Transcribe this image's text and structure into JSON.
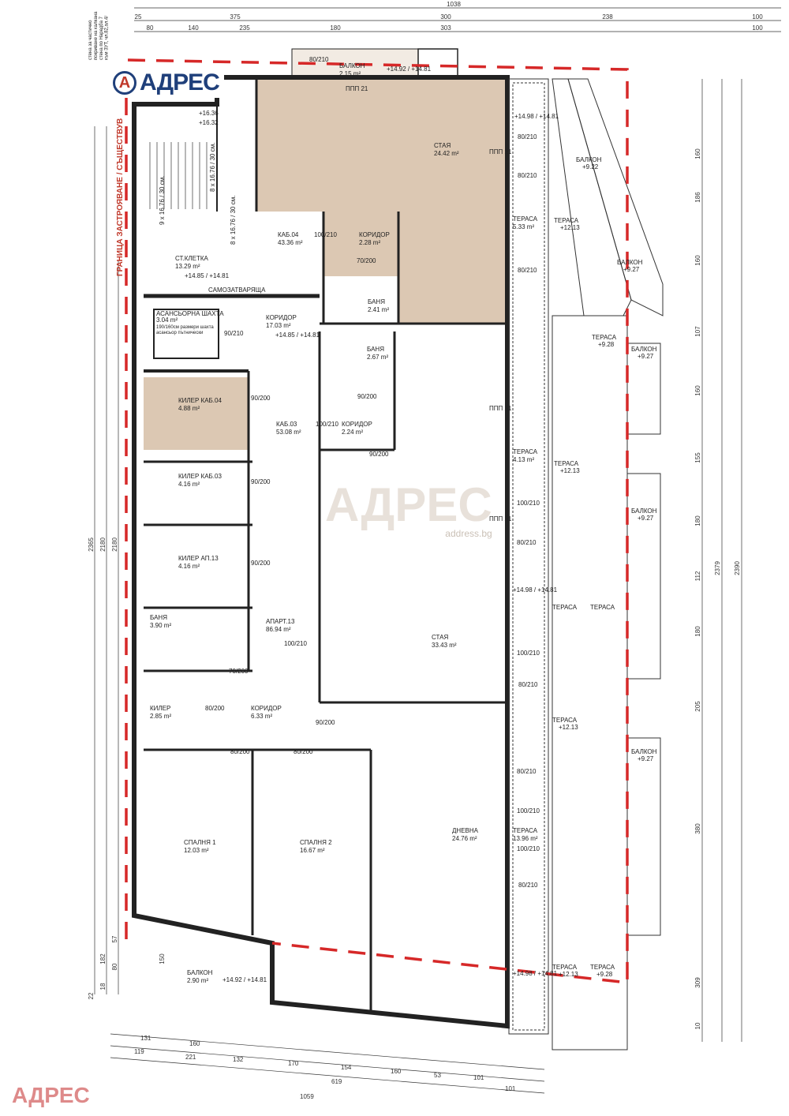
{
  "logo": {
    "text": "АДРЕС",
    "mark": "A"
  },
  "watermarks": {
    "bottom": "АДРЕС",
    "center": "АДРЕС",
    "center_url": "address.bg"
  },
  "note_top_left": "стена за частично покриване на калкана стена по Наредба 7 към ЗУТ, чл.82,ал.4/",
  "building_line_label": "ГРАНИЦА ЗАСТРОЯВАНЕ / СЪЩЕСТВУВ",
  "colors": {
    "shaded_unit": "#dcc8b3",
    "building_line": "#d62828",
    "logo_blue": "#1f3f7a",
    "logo_red": "#c0392b"
  },
  "rooms": [
    {
      "name": "БАЛКОН",
      "area": "2.15 m²"
    },
    {
      "name": "СТАЯ",
      "area": "24.42 m²"
    },
    {
      "name": "ТЕРАСА",
      "area": "5.33 m²"
    },
    {
      "name": "СТ.КЛЕТКА",
      "area": "13.29 m²",
      "levels": "+14.85 / +14.81"
    },
    {
      "name": "КАБ.04",
      "area": "43.36 m²"
    },
    {
      "name": "КОРИДОР",
      "area": "2.28 m²"
    },
    {
      "name": "БАНЯ",
      "area": "2.41 m²"
    },
    {
      "name": "АСАНСЬОРНА ШАХТА",
      "area": "3.04 m²",
      "note": "190/160см размери шахта асансьор пътнически"
    },
    {
      "name": "КОРИДОР",
      "area": "17.03 m²",
      "levels": "+14.85 / +14.81"
    },
    {
      "name": "БАНЯ",
      "area": "2.67 m²"
    },
    {
      "name": "КИЛЕР КАБ.04",
      "area": "4.88 m²"
    },
    {
      "name": "КАБ.03",
      "area": "53.08 m²"
    },
    {
      "name": "КОРИДОР",
      "area": "2.24 m²"
    },
    {
      "name": "ТЕРАСА",
      "area": "4.13 m²"
    },
    {
      "name": "КИЛЕР КАБ.03",
      "area": "4.16 m²"
    },
    {
      "name": "КИЛЕР АП.13",
      "area": "4.16 m²"
    },
    {
      "name": "БАНЯ",
      "area": "3.90 m²"
    },
    {
      "name": "АПАРТ.13",
      "area": "86.94 m²"
    },
    {
      "name": "СТАЯ",
      "area": "33.43 m²"
    },
    {
      "name": "КИЛЕР",
      "area": "2.85 m²"
    },
    {
      "name": "КОРИДОР",
      "area": "6.33 m²"
    },
    {
      "name": "СПАЛНЯ 1",
      "area": "12.03 m²"
    },
    {
      "name": "СПАЛНЯ 2",
      "area": "16.67 m²"
    },
    {
      "name": "ДНЕВНА",
      "area": "24.76 m²"
    },
    {
      "name": "ТЕРАСА",
      "area": "13.96 m²"
    },
    {
      "name": "БАЛКОН",
      "area": "2.90 m²"
    }
  ],
  "stair_labels": [
    "+16.36",
    "+16.32",
    "9 x 16.76 / 30 см.",
    "8 x 16.76 / 30 см.",
    "8 x 16.76 / 30 см.",
    "САМОЗАТВАРЯЩА"
  ],
  "door_tags": [
    "100/210",
    "90/210",
    "90/200",
    "100/210",
    "70/200",
    "90/200",
    "90/200",
    "90/200",
    "90/200",
    "100/210",
    "70/200",
    "80/200",
    "80/200",
    "80/200",
    "90/200",
    "80/210",
    "80/210",
    "80/210",
    "80/210",
    "100/210",
    "80/210",
    "100/210",
    "80/210",
    "80/210",
    "100/210",
    "100/210",
    "80/210",
    "ППП 21",
    "ППП 21",
    "ППП 21",
    "ППП 21"
  ],
  "outer_labels": [
    {
      "name": "ТЕРАСА",
      "level": "+12.13"
    },
    {
      "name": "БАЛКОН",
      "level": "+9.22"
    },
    {
      "name": "БАЛКОН",
      "level": "+9.27"
    },
    {
      "name": "ТЕРАСА",
      "level": "+9.28"
    },
    {
      "name": "БАЛКОН",
      "level": "+9.27"
    },
    {
      "name": "ТЕРАСА",
      "level": "+12.13"
    },
    {
      "name": "БАЛКОН",
      "level": "+9.27"
    },
    {
      "name": "ТЕРАСА",
      "level": ""
    },
    {
      "name": "ТЕРАСА",
      "level": ""
    },
    {
      "name": "ТЕРАСА",
      "level": "+12.13"
    },
    {
      "name": "БАЛКОН",
      "level": "+9.27"
    },
    {
      "name": "ТЕРАСА",
      "level": "+12.13"
    },
    {
      "name": "ТЕРАСА",
      "level": "+9.28"
    }
  ],
  "levels_misc": [
    "+14.92 / +14.81",
    "+14.98 / +14.81",
    "+14.98 / +14.81",
    "+14.92 / +14.81",
    "+14.98 / +14.81"
  ],
  "dimensions": {
    "top_total": "1038",
    "top_row1": [
      "25",
      "375",
      "300",
      "238",
      "100"
    ],
    "top_row2": [
      "80",
      "140",
      "235",
      "180",
      "303",
      "100"
    ],
    "right_segments": [
      "160",
      "186",
      "160",
      "107",
      "160",
      "155",
      "180",
      "112",
      "180",
      "205",
      "380",
      "309",
      "10"
    ],
    "right_totals": [
      "2379",
      "2390"
    ],
    "left_totals": [
      "2365",
      "2180",
      "2180"
    ],
    "left_bottom": [
      "182",
      "57",
      "80",
      "150",
      "18",
      "22"
    ],
    "bottom_row1": [
      "131",
      "160"
    ],
    "bottom_row2": [
      "119",
      "221",
      "132",
      "170",
      "154",
      "160",
      "53",
      "101"
    ],
    "bottom_row3": [
      "619",
      "101"
    ],
    "bottom_total": "1059"
  }
}
